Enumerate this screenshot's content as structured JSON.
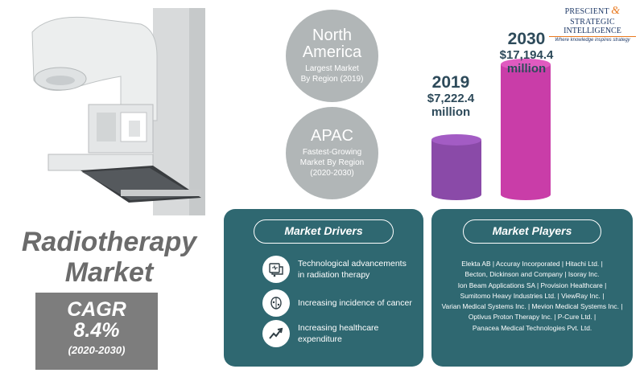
{
  "title": {
    "line1": "Radiotherapy",
    "line2": "Market"
  },
  "cagr": {
    "label": "CAGR",
    "value": "8.4%",
    "period": "(2020-2030)"
  },
  "regions": [
    {
      "name_line1": "North",
      "name_line2": "America",
      "desc_line1": "Largest Market",
      "desc_line2": "By Region (2019)",
      "desc_line3": ""
    },
    {
      "name_line1": "APAC",
      "name_line2": "",
      "desc_line1": "Fastest-Growing",
      "desc_line2": "Market By Region",
      "desc_line3": "(2020-2030)"
    }
  ],
  "logo": {
    "word1": "PRESCIENT",
    "ampersand": "&",
    "word2": "STRATEGIC",
    "line2": "INTELLIGENCE",
    "tagline": "Where knowledge inspires strategy"
  },
  "chart_data": {
    "type": "bar",
    "categories": [
      "2019",
      "2030"
    ],
    "values": [
      7222.4,
      17194.4
    ],
    "value_labels": [
      {
        "year": "2019",
        "amount_line1": "$7,222.4",
        "amount_line2": "million"
      },
      {
        "year": "2030",
        "amount_line1": "$17,194.4",
        "amount_line2": "million"
      }
    ],
    "colors": [
      "#8a4aa8",
      "#c93da8"
    ],
    "top_colors": [
      "#a35cc4",
      "#e05bc0"
    ]
  },
  "drivers": {
    "heading": "Market Drivers",
    "items": [
      {
        "icon": "medical-equipment-icon",
        "line1": "Technological advancements",
        "line2": "in radiation therapy"
      },
      {
        "icon": "cancer-organ-icon",
        "line1": "Increasing incidence of cancer",
        "line2": ""
      },
      {
        "icon": "growth-arrow-icon",
        "line1": "Increasing healthcare",
        "line2": "expenditure"
      }
    ]
  },
  "players": {
    "heading": "Market Players",
    "lines": [
      "Elekta AB | Accuray Incorporated | Hitachi Ltd. |",
      "Becton, Dickinson and Company | Isoray Inc.",
      "Ion Beam Applications SA | Provision Healthcare |",
      "Sumitomo Heavy Industries Ltd. | ViewRay Inc. |",
      "Varian Medical Systems Inc. | Mevion Medical Systems Inc. |",
      "Optivus Proton Therapy Inc. | P-Cure Ltd. |",
      "Panacea Medical Technologies Pvt. Ltd."
    ]
  },
  "colors": {
    "panel": "#2f6871",
    "circle": "#b1b6b7",
    "cagr_box": "#7d7d7d",
    "title": "#6b6b6b"
  }
}
